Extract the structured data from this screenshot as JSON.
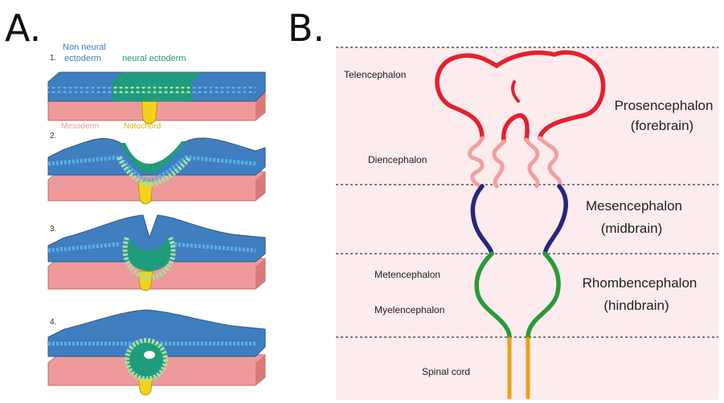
{
  "panel_a": {
    "letter": "A.",
    "steps": [
      "1.",
      "2.",
      "3.",
      "4."
    ],
    "labels": {
      "non_neural_line1": "Non neural",
      "non_neural_line2": "ectoderm",
      "neural_ectoderm": "neural ectoderm",
      "mesoderm": "Mesoderm",
      "notochord": "Notochord"
    }
  },
  "panel_b": {
    "letter": "B.",
    "regions": {
      "telencephalon": "Telencephalon",
      "diencephalon": "Diencephalon",
      "metencephalon": "Metencephalon",
      "myelencephalon": "Myelencephalon",
      "spinal_cord": "Spinal cord"
    },
    "divisions": {
      "prosencephalon": "Prosencephalon",
      "forebrain": "(forebrain)",
      "mesencephalon": "Mesencephalon",
      "midbrain": "(midbrain)",
      "rhombencephalon": "Rhombencephalon",
      "hindbrain": "(hindbrain)"
    }
  },
  "colors": {
    "ectoderm_blue": "#3f7fbf",
    "neural_teal": "#1f9c7c",
    "mesoderm_pink": "#ef9a9a",
    "notochord_yellow": "#f2d21b",
    "telencephalon_red": "#e5202e",
    "diencephalon_pink": "#f0a0a0",
    "mesencephalon_navy": "#27277a",
    "rhombencephalon_green": "#2a9a3a",
    "spinal_orange": "#e8a21a",
    "panel_b_bg": "#fcecee"
  }
}
